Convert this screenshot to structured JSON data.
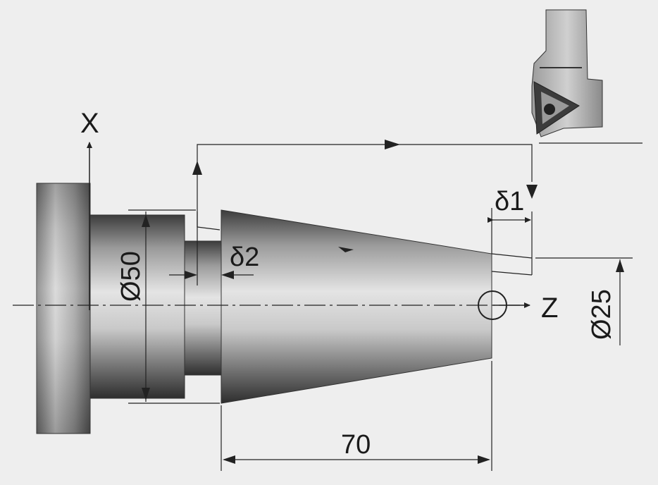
{
  "axes": {
    "x_label": "X",
    "z_label": "Z"
  },
  "dimensions": {
    "delta1": "δ1",
    "delta2": "δ2",
    "diameter_large": "Ø50",
    "diameter_small": "Ø25",
    "length": "70"
  },
  "icons": [
    "lathe-chuck-icon",
    "cutting-tool-icon"
  ],
  "colors": {
    "background": "#eeeeee",
    "line": "#222222",
    "metal_dark": "#3a3a3a",
    "metal_light": "#d8d8d8"
  }
}
